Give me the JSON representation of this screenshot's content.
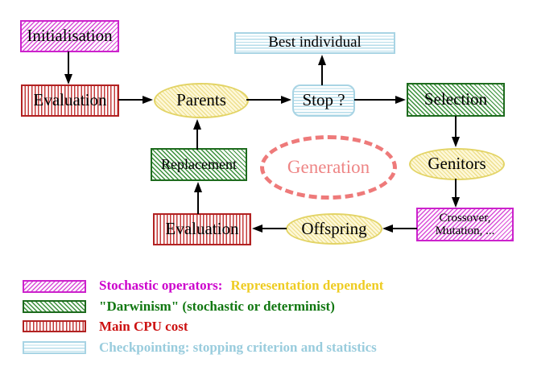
{
  "diagram": {
    "nodes": {
      "initialisation": {
        "label": "Initialisation"
      },
      "evaluation_top": {
        "label": "Evaluation"
      },
      "parents": {
        "label": "Parents"
      },
      "best_individual": {
        "label": "Best individual"
      },
      "stop": {
        "label": "Stop ?"
      },
      "selection": {
        "label": "Selection"
      },
      "genitors": {
        "label": "Genitors"
      },
      "crossover_mutation": {
        "line1": "Crossover,",
        "line2": "Mutation, ..."
      },
      "offspring": {
        "label": "Offspring"
      },
      "evaluation_bottom": {
        "label": "Evaluation"
      },
      "replacement": {
        "label": "Replacement"
      },
      "generation": {
        "label": "Generation"
      }
    },
    "colors": {
      "magenta_border": "#cc22cc",
      "magenta_hatch": "#d94fd9",
      "green_border": "#1e6b1e",
      "green_hatch": "#3a8f3a",
      "red_border": "#b22222",
      "red_stripe": "#c43b3b",
      "cyan_border": "#a8d4e4",
      "cyan_stripe": "#b5dcea",
      "yellow_border": "#e3d466",
      "yellow_hatch": "#eedf8e",
      "salmon": "#ee7a7a",
      "arrow": "#000000"
    }
  },
  "legend": {
    "items": [
      {
        "swatch": "magenta-hatch",
        "parts": [
          {
            "text": "Stochastic operators:",
            "color": "#cc00cc"
          },
          {
            "text": "Representation dependent",
            "color": "#eecc22"
          }
        ]
      },
      {
        "swatch": "green-hatch",
        "parts": [
          {
            "text": "\"Darwinism\" (stochastic or determinist)",
            "color": "#117711"
          }
        ]
      },
      {
        "swatch": "red-stripes",
        "parts": [
          {
            "text": "Main CPU cost",
            "color": "#cc1111"
          }
        ]
      },
      {
        "swatch": "cyan-stripes",
        "parts": [
          {
            "text": "Checkpointing: stopping criterion and statistics",
            "color": "#99ccdd"
          }
        ]
      }
    ]
  }
}
